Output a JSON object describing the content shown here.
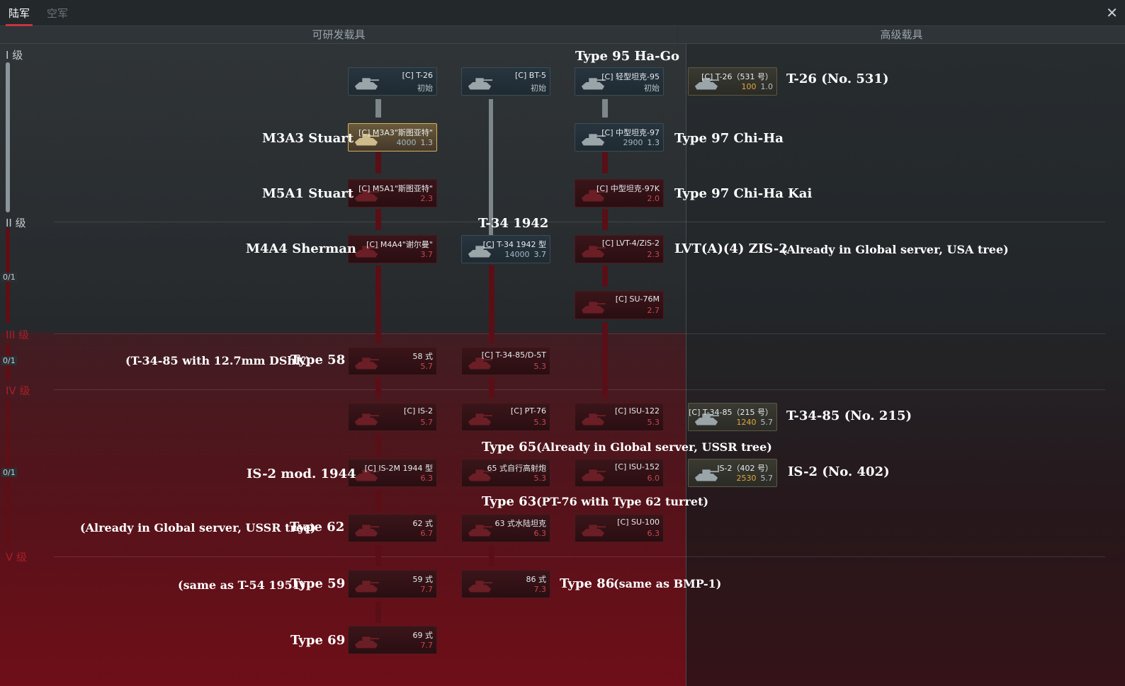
{
  "tabs": [
    {
      "label": "陆军",
      "active": true
    },
    {
      "label": "空军",
      "active": false
    }
  ],
  "columns": {
    "researchable": "可研发载具",
    "premium": "高级载具"
  },
  "ranks": [
    {
      "label": "I 级",
      "color": "#c6ccd0"
    },
    {
      "label": "II 级",
      "color": "#c6ccd0"
    },
    {
      "label": "III 级",
      "color": "#a81f28"
    },
    {
      "label": "IV 级",
      "color": "#a81f28"
    },
    {
      "label": "V 级",
      "color": "#a81f28"
    }
  ],
  "progress": [
    "0/1",
    "0/1",
    "0/1"
  ],
  "cards": [
    {
      "name": "[C] T-26",
      "sub": "初始",
      "state": "unlocked"
    },
    {
      "name": "[C] BT-5",
      "sub": "初始",
      "state": "unlocked"
    },
    {
      "name": "[C] 轻型坦克-95",
      "sub": "初始",
      "state": "unlocked"
    },
    {
      "name": "[C] T-26（531 号）",
      "cost": "100",
      "br": "1.0",
      "state": "premium"
    },
    {
      "name": "[C] M3A3\"斯图亚特\"",
      "cost": "4000",
      "br": "1.3",
      "state": "gold"
    },
    {
      "name": "[C] 中型坦克-97",
      "cost": "2900",
      "br": "1.3",
      "state": "unlocked"
    },
    {
      "name": "[C] M5A1\"斯图亚特\"",
      "br": "2.3",
      "state": "locked"
    },
    {
      "name": "[C] 中型坦克-97K",
      "br": "2.0",
      "state": "locked"
    },
    {
      "name": "[C] M4A4\"谢尔曼\"",
      "br": "3.7",
      "state": "locked"
    },
    {
      "name": "[C] T-34 1942 型",
      "cost": "14000",
      "br": "3.7",
      "state": "unlocked"
    },
    {
      "name": "[C] LVT-4/ZiS-2",
      "br": "2.3",
      "state": "locked"
    },
    {
      "name": "[C] SU-76M",
      "br": "2.7",
      "state": "locked"
    },
    {
      "name": "58 式",
      "br": "5.7",
      "state": "locked"
    },
    {
      "name": "[C] T-34-85/D-5T",
      "br": "5.3",
      "state": "locked"
    },
    {
      "name": "[C] IS-2",
      "br": "5.7",
      "state": "locked"
    },
    {
      "name": "[C] PT-76",
      "br": "5.3",
      "state": "locked"
    },
    {
      "name": "[C] ISU-122",
      "br": "5.3",
      "state": "locked"
    },
    {
      "name": "[C] T-34-85（215 号）",
      "cost": "1240",
      "br": "5.7",
      "state": "premium"
    },
    {
      "name": "[C] IS-2M 1944 型",
      "br": "6.3",
      "state": "locked"
    },
    {
      "name": "65 式自行高射炮",
      "br": "5.3",
      "state": "locked"
    },
    {
      "name": "[C] ISU-152",
      "br": "6.0",
      "state": "locked"
    },
    {
      "name": "IS-2（402 号）",
      "cost": "2530",
      "br": "5.7",
      "state": "premium"
    },
    {
      "name": "62 式",
      "br": "6.7",
      "state": "locked"
    },
    {
      "name": "63 式水陆坦克",
      "br": "6.3",
      "state": "locked"
    },
    {
      "name": "[C] SU-100",
      "br": "6.3",
      "state": "locked"
    },
    {
      "name": "59 式",
      "br": "7.7",
      "state": "locked"
    },
    {
      "name": "86 式",
      "br": "7.3",
      "state": "locked"
    },
    {
      "name": "69 式",
      "br": "7.7",
      "state": "locked"
    }
  ],
  "annotations": [
    "Type 95 Ha-Go",
    "T-26 (No. 531)",
    "M3A3 Stuart",
    "Type 97 Chi-Ha",
    "M5A1 Stuart",
    "Type 97 Chi-Ha Kai",
    "T-34 1942",
    "M4A4 Sherman",
    "LVT(A)(4) ZIS-2",
    "(Already in Global server, USA tree)",
    "(T-34-85 with 12.7mm DShK)",
    "Type 58",
    "T-34-85 (No. 215)",
    "Type 65",
    "(Already in Global server, USSR tree)",
    "IS-2 mod. 1944",
    "IS-2 (No. 402)",
    "Type 63",
    "(PT-76 with Type 62 turret)",
    "(Already in Global server, USSR tree)",
    "Type 62",
    "(same as T-54 1951)",
    "Type 59",
    "Type 86",
    "(same as BMP-1)",
    "Type 69"
  ]
}
